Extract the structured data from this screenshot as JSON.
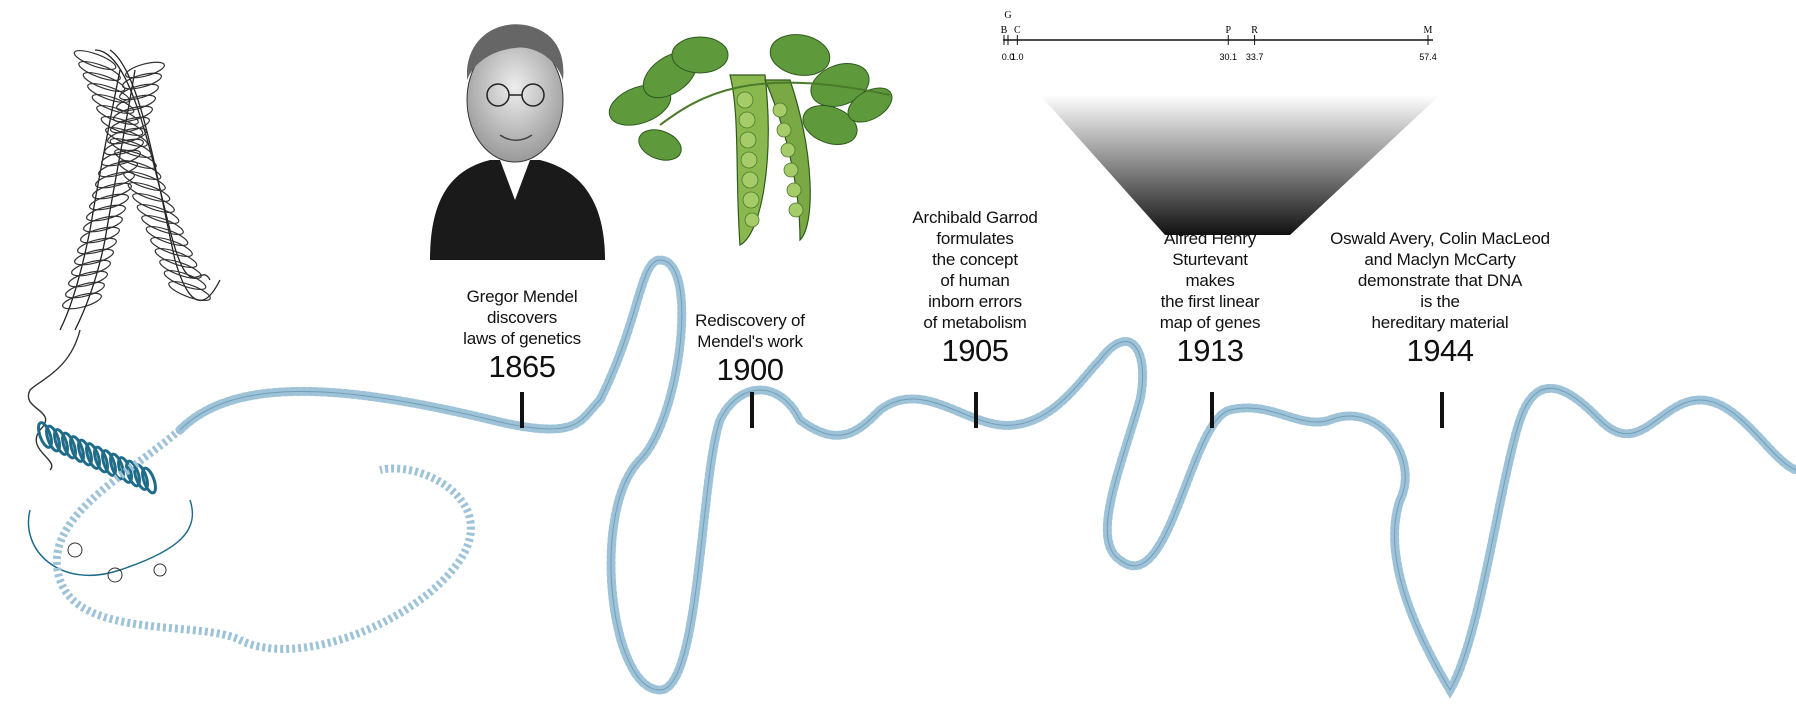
{
  "genetic_map": {
    "markers": [
      {
        "label": "G",
        "value": "0.0",
        "pos": 0.0
      },
      {
        "label": "B",
        "value": "",
        "pos": 0.0
      },
      {
        "label": "C",
        "value": "1.0",
        "pos": 1.0
      },
      {
        "label": "P",
        "value": "30.1",
        "pos": 30.1
      },
      {
        "label": "R",
        "value": "33.7",
        "pos": 33.7
      },
      {
        "label": "M",
        "value": "57.4",
        "pos": 57.4
      }
    ],
    "range": [
      0.0,
      57.4
    ]
  },
  "events": [
    {
      "desc": "Gregor Mendel\ndiscovers\nlaws of genetics",
      "year": "1865"
    },
    {
      "desc": "Rediscovery of\nMendel's work",
      "year": "1900"
    },
    {
      "desc": "Archibald Garrod\nformulates\nthe concept\nof human\ninborn errors\nof metabolism",
      "year": "1905"
    },
    {
      "desc": "Alfred Henry\nSturtevant\nmakes\nthe first linear\nmap of genes",
      "year": "1913"
    },
    {
      "desc": "Oswald Avery, Colin MacLeod\nand Maclyn McCarty\ndemonstrate that DNA\nis the\nhereditary material",
      "year": "1944"
    }
  ],
  "colors": {
    "dna_strand": "#9ec3d8",
    "dna_dark": "#1f6c8a",
    "text": "#111111",
    "pea_green": "#5e9a3c"
  }
}
